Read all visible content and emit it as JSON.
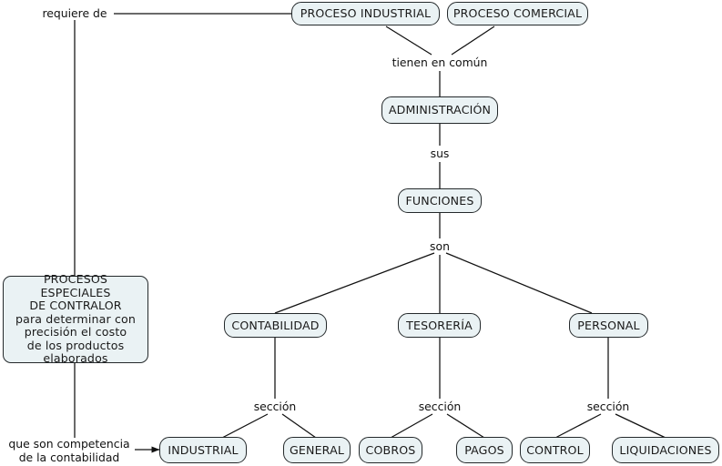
{
  "diagram": {
    "title": "Mapa conceptual - Proceso industrial y administracion",
    "background_color": "#ffffff",
    "node_fill_color": "#eaf2f4",
    "node_border_color": "#24292b",
    "edge_color": "#111111",
    "text_color": "#1a1a1a"
  },
  "nodes": [
    {
      "id": "proceso_industrial",
      "label": "PROCESO INDUSTRIAL"
    },
    {
      "id": "proceso_comercial",
      "label": "PROCESO COMERCIAL"
    },
    {
      "id": "administracion",
      "label": "ADMINISTRACIÓN"
    },
    {
      "id": "funciones",
      "label": "FUNCIONES"
    },
    {
      "id": "contabilidad",
      "label": "CONTABILIDAD"
    },
    {
      "id": "tesoreria",
      "label": "TESORERÍA"
    },
    {
      "id": "personal",
      "label": "PERSONAL"
    },
    {
      "id": "procesos_especiales",
      "label": "PROCESOS ESPECIALES\nDE CONTRALOR\npara determinar con\nprecisión el costo\nde los productos\nelaborados"
    },
    {
      "id": "industrial",
      "label": "INDUSTRIAL"
    },
    {
      "id": "general",
      "label": "GENERAL"
    },
    {
      "id": "cobros",
      "label": "COBROS"
    },
    {
      "id": "pagos",
      "label": "PAGOS"
    },
    {
      "id": "control",
      "label": "CONTROL"
    },
    {
      "id": "liquidaciones",
      "label": "LIQUIDACIONES"
    }
  ],
  "edge_labels": [
    {
      "id": "requiere_de",
      "label": "requiere de"
    },
    {
      "id": "tienen_en_comun",
      "label": "tienen en común"
    },
    {
      "id": "sus",
      "label": "sus"
    },
    {
      "id": "son",
      "label": "son"
    },
    {
      "id": "seccion_contabilidad",
      "label": "sección"
    },
    {
      "id": "seccion_tesoreria",
      "label": "sección"
    },
    {
      "id": "seccion_personal",
      "label": "sección"
    },
    {
      "id": "que_son_competencia",
      "label": "que son competencia\nde la contabilidad"
    }
  ]
}
